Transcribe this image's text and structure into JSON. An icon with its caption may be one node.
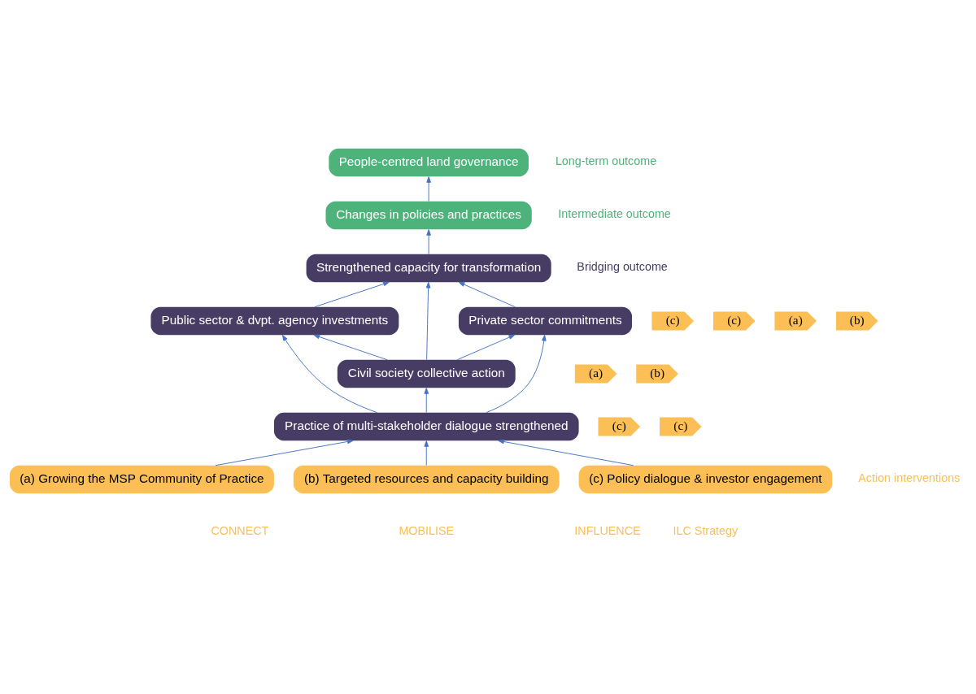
{
  "diagram": {
    "nodes": [
      {
        "text": [
          "People-centred land governance"
        ]
      },
      {
        "text": [
          "Changes in policies and practices"
        ]
      },
      {
        "text": [
          "Strengthened capacity for transformation"
        ]
      },
      {
        "text": [
          "Public sector & dvpt. agency investments"
        ]
      },
      {
        "text": [
          "Private sector commitments"
        ]
      },
      {
        "text": [
          "Civil society collective action"
        ]
      },
      {
        "text": [
          "Practice of multi-stakeholder dialogue strengthened"
        ]
      },
      {
        "text": [
          "(a) Growing the MSP Community of Practice"
        ]
      },
      {
        "text": [
          "(b) Targeted resources and capacity building"
        ]
      },
      {
        "text": [
          "(c) Policy dialogue & investor engagement"
        ]
      },
      {
        "text": [
          "(c)"
        ]
      },
      {
        "text": [
          "(c)"
        ]
      },
      {
        "text": [
          "(a)"
        ]
      },
      {
        "text": [
          "(b)"
        ]
      },
      {
        "text": [
          "(c)"
        ]
      },
      {
        "text": [
          "(c)"
        ]
      },
      {
        "text": [
          "(a)"
        ]
      },
      {
        "text": [
          "(b)"
        ]
      }
    ],
    "edges": [
      {
        "from": 1,
        "to": 0,
        "arrow": "to"
      },
      {
        "from": 2,
        "to": 1,
        "arrow": "to"
      },
      {
        "from": 3,
        "to": 2,
        "arrow": "to"
      },
      {
        "from": 4,
        "to": 2,
        "arrow": "to"
      },
      {
        "from": 5,
        "to": 2,
        "arrow": "to"
      },
      {
        "from": 5,
        "to": 3,
        "arrow": "to"
      },
      {
        "from": 5,
        "to": 4,
        "arrow": "to"
      },
      {
        "from": 6,
        "to": 5,
        "arrow": "to"
      },
      {
        "from": 6,
        "to": 3,
        "arrow": "to"
      },
      {
        "from": 6,
        "to": 4,
        "arrow": "to"
      },
      {
        "from": 7,
        "to": 6,
        "arrow": "to"
      },
      {
        "from": 8,
        "to": 6,
        "arrow": "to"
      },
      {
        "from": 9,
        "to": 6,
        "arrow": "to"
      }
    ],
    "labels": [
      "Long-term outcome",
      "Intermediate outcome",
      "Bridging outcome",
      "Action interventions",
      "CONNECT",
      "MOBILISE",
      "INFLUENCE",
      "ILC Strategy"
    ]
  }
}
